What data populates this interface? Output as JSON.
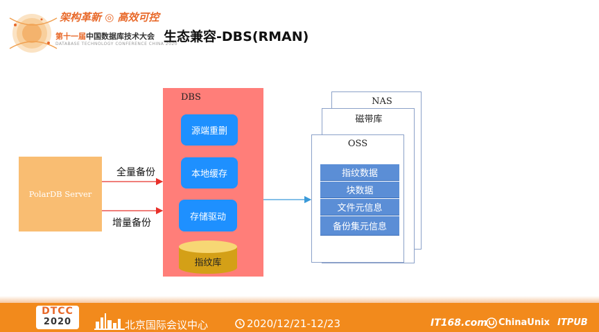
{
  "header": {
    "logo_line1": "架构革新 ◎ 高效可控",
    "logo_line2_highlight": "第十一届",
    "logo_line2_rest": "中国数据库技术大会",
    "logo_line3": "DATABASE TECHNOLOGY CONFERENCE CHINA 2020",
    "page_title": "生态兼容-DBS(RMAN)"
  },
  "diagram": {
    "source_label": "PolarDB Server",
    "arrow_full": "全量备份",
    "arrow_incr": "增量备份",
    "dbs": {
      "title": "DBS",
      "modules": [
        "源端重删",
        "本地缓存",
        "存储驱动"
      ],
      "store": "指纹库"
    },
    "targets": {
      "nas": "NAS",
      "tape": "磁带库",
      "oss": "OSS",
      "oss_items": [
        "指纹数据",
        "块数据",
        "文件元信息",
        "备份集元信息"
      ]
    },
    "colors": {
      "source": "#f9bd72",
      "dbs": "#ff7e79",
      "module": "#1e90ff",
      "store": "#d4a017",
      "oss_item": "#5b8ed6",
      "arrow_red": "#e8302a",
      "arrow_blue": "#3a9ad9"
    }
  },
  "footer": {
    "dtcc_top": "DTCC",
    "dtcc_bottom": "2020",
    "venue": "北京国际会议中心",
    "dates": "2020/12/21-12/23",
    "brand_1": "IT168.com",
    "brand_2": "ChinaUnix",
    "brand_3": "ITPUB"
  }
}
